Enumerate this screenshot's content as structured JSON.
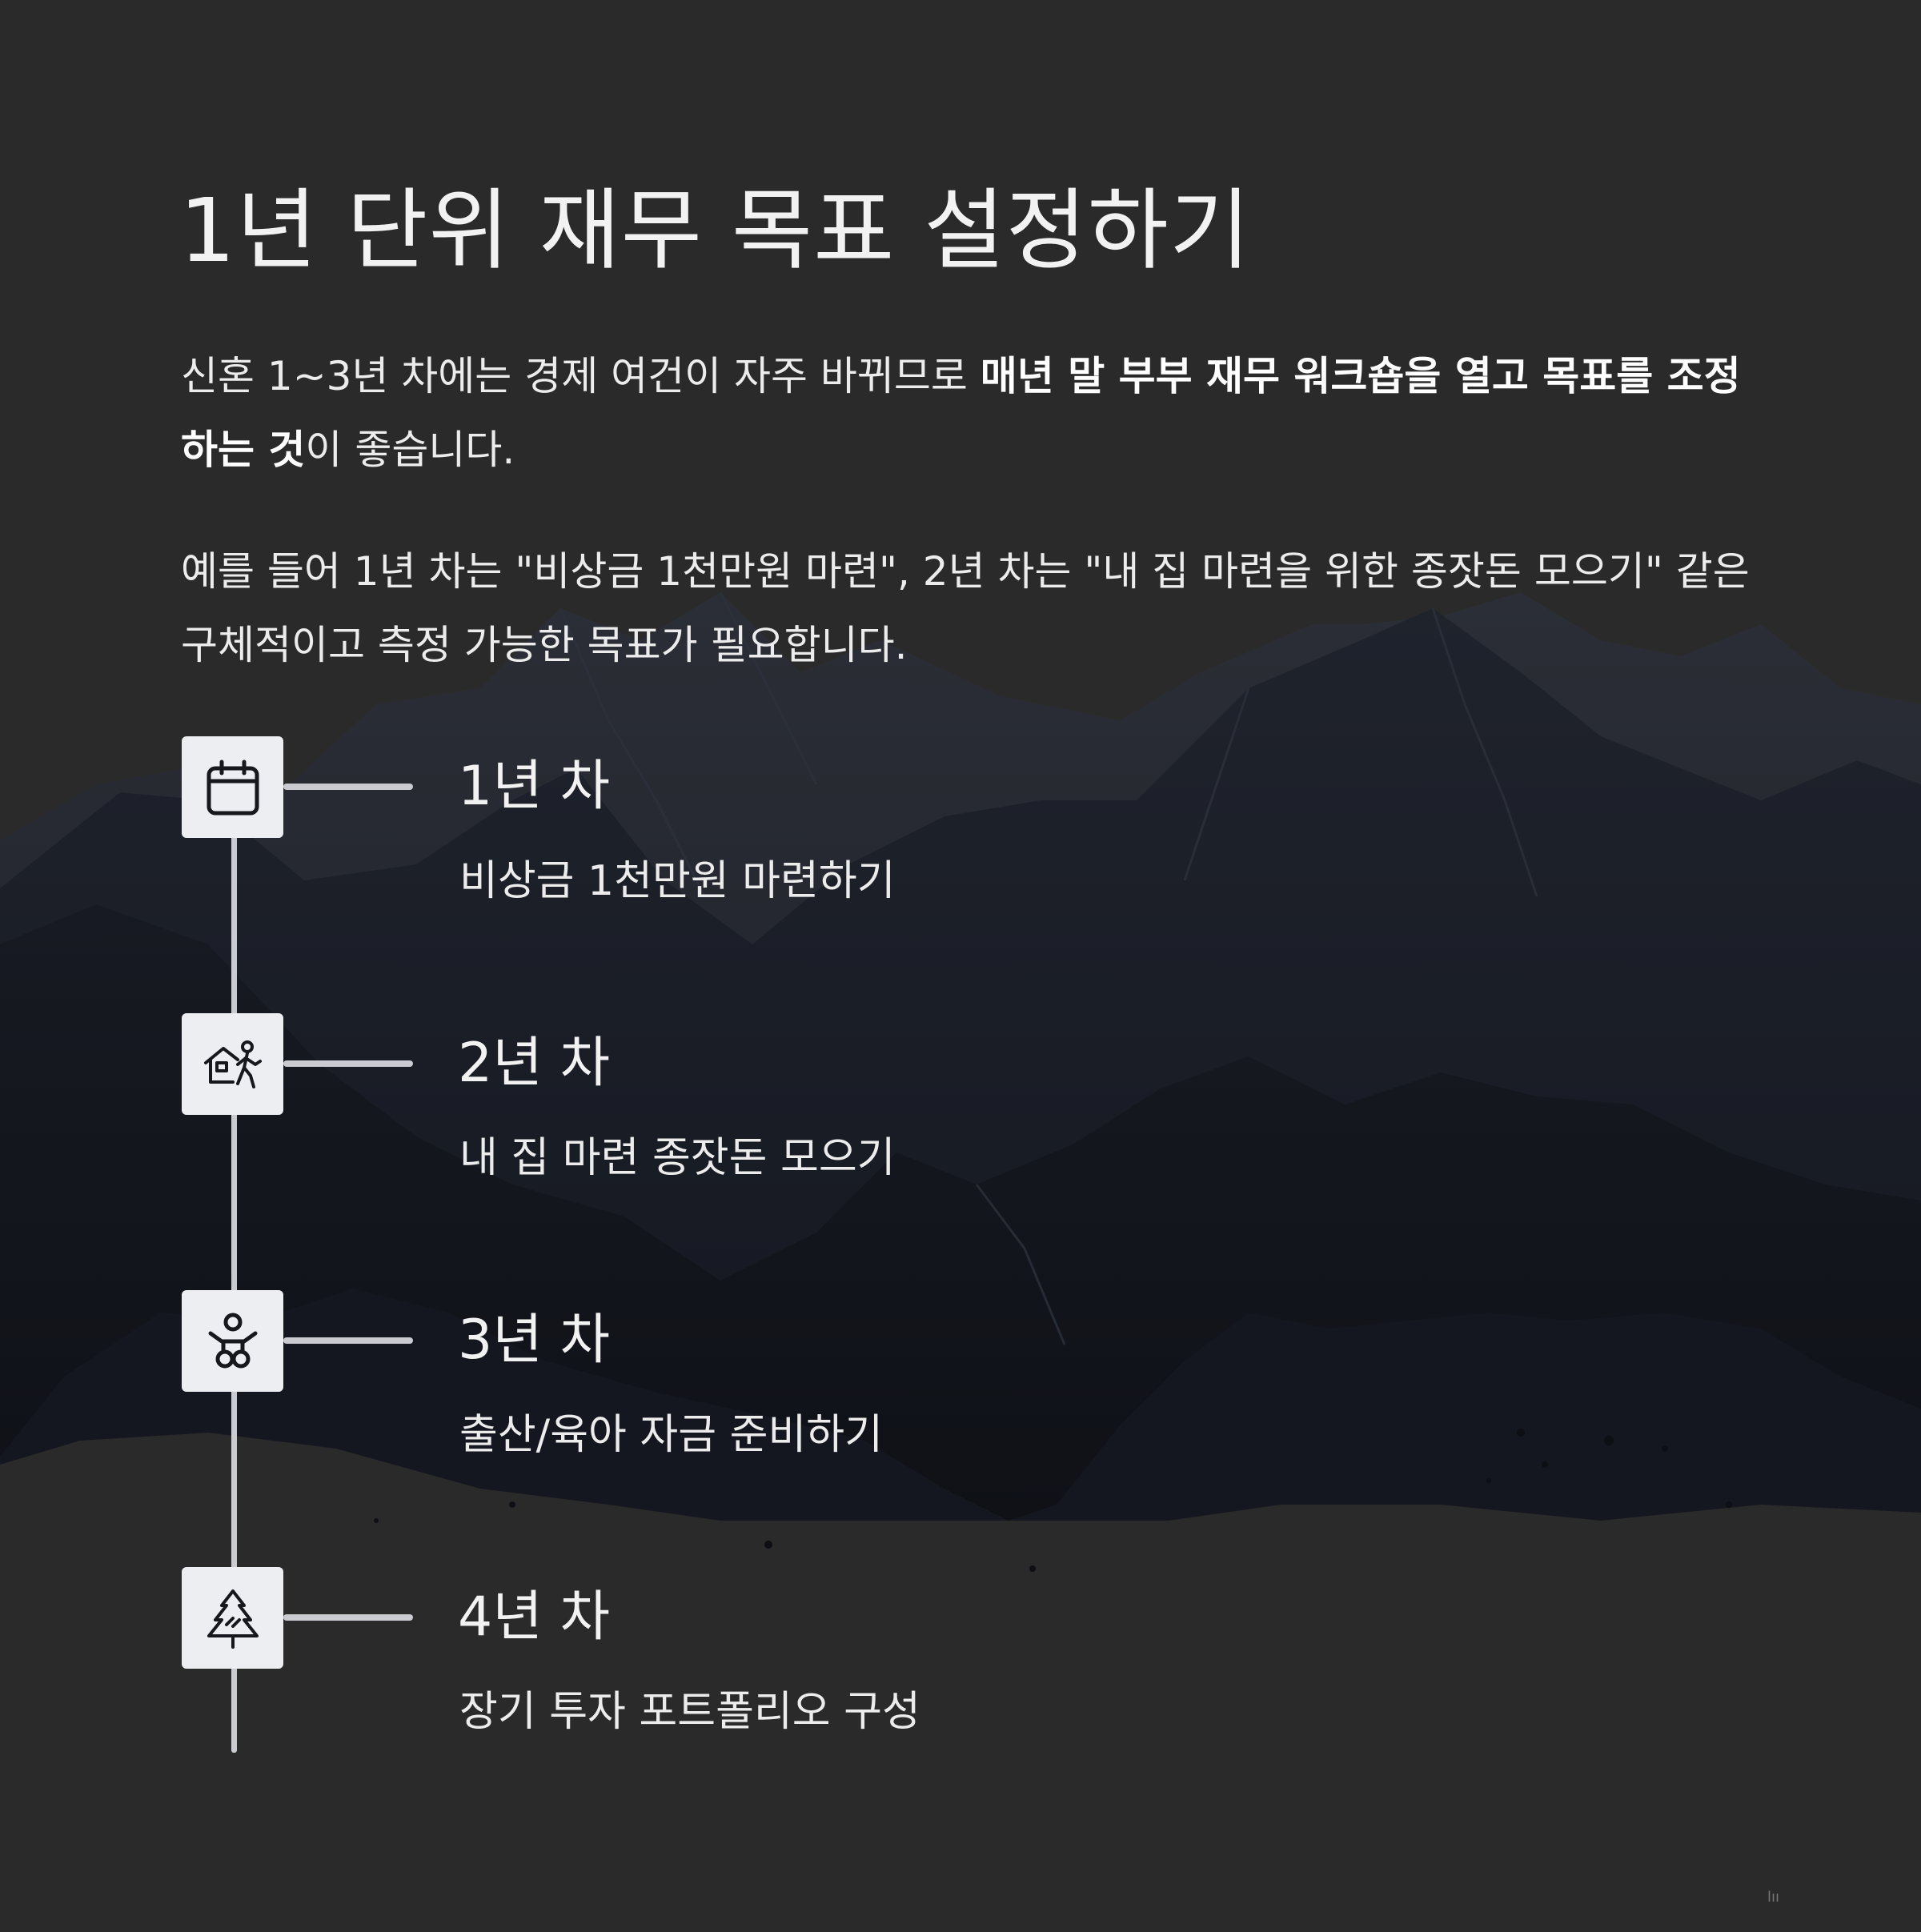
{
  "page": {
    "title": "1년 단위 재무 목표 설정하기",
    "intro": {
      "part1": "신혼 1~3년 차에는 경제 여건이 자주 바뀌므로 ",
      "bold": "매년 말 부부 재무 워크숍을 열고 목표를 조정하는 것",
      "part2": "이 좋습니다."
    },
    "example": "예를 들어 1년 차는 \"비상금 1천만원 마련\", 2년 차는 \"내 집 마련을 위한 종잣돈 모으기\" 같은 구체적이고 측정 가능한 목표가 필요합니다."
  },
  "timeline": [
    {
      "title": "1년 차",
      "desc": "비상금 1천만원 마련하기",
      "icon": "calendar-icon"
    },
    {
      "title": "2년 차",
      "desc": "내 집 마련 종잣돈 모으기",
      "icon": "house-person-icon"
    },
    {
      "title": "3년 차",
      "desc": "출산/육아 자금 준비하기",
      "icon": "baby-icon"
    },
    {
      "title": "4년 차",
      "desc": "장기 투자 포트폴리오 구성",
      "icon": "tree-icon"
    }
  ],
  "colors": {
    "background": "#2a2a2a",
    "mountain_dark": "#12151c",
    "icon_box": "#eceef2",
    "line": "#c9cbd0",
    "text": "#f2f2f2"
  },
  "watermark": "lıı"
}
